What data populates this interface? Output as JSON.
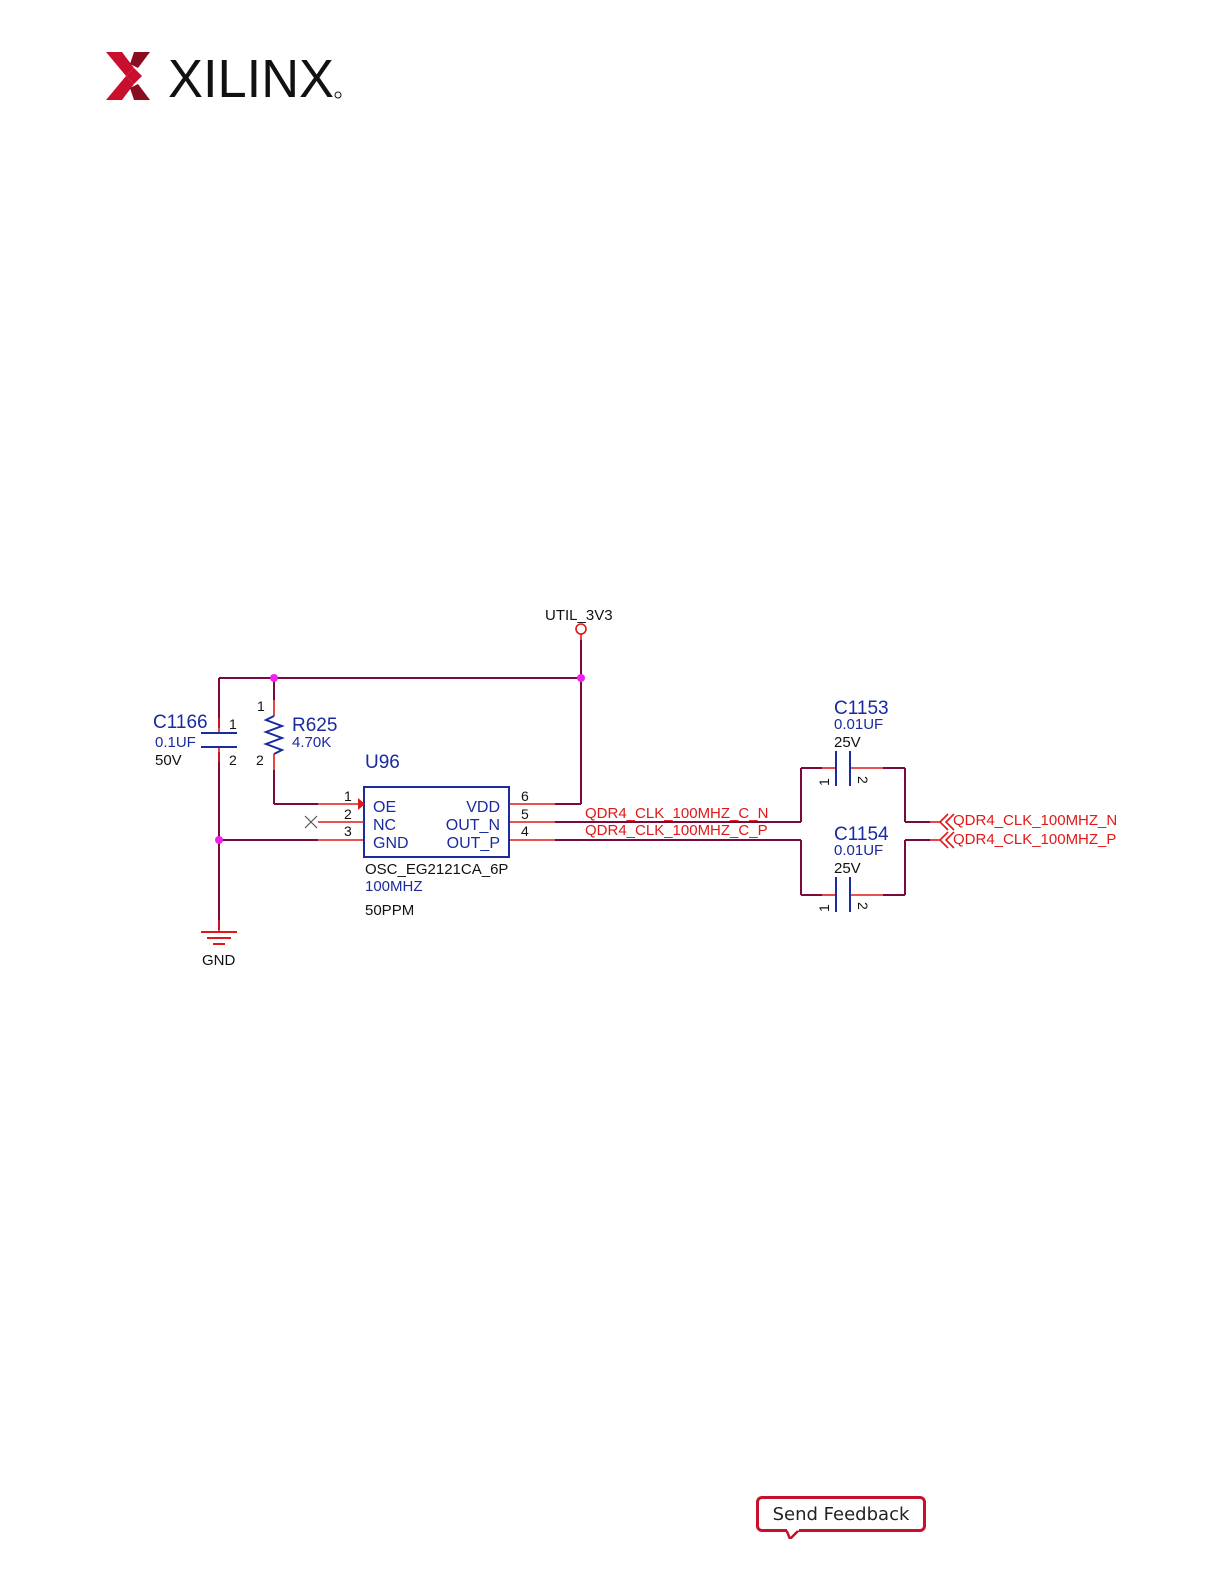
{
  "header": {
    "logo_text": "XILINX"
  },
  "schematic": {
    "power_net": "UTIL_3V3",
    "ground_net": "GND",
    "c1166": {
      "ref": "C1166",
      "value": "0.1UF",
      "voltage": "50V",
      "pin1": "1",
      "pin2": "2"
    },
    "r625": {
      "ref": "R625",
      "value": "4.70K",
      "pin1": "1",
      "pin2": "2"
    },
    "u96": {
      "ref": "U96",
      "part": "OSC_EG2121CA_6P",
      "freq": "100MHZ",
      "tolerance": "50PPM",
      "pins_left": [
        {
          "num": "1",
          "name": "OE"
        },
        {
          "num": "2",
          "name": "NC"
        },
        {
          "num": "3",
          "name": "GND"
        }
      ],
      "pins_right": [
        {
          "num": "6",
          "name": "VDD"
        },
        {
          "num": "5",
          "name": "OUT_N"
        },
        {
          "num": "4",
          "name": "OUT_P"
        }
      ]
    },
    "net_c_n": "QDR4_CLK_100MHZ_C_N",
    "net_c_p": "QDR4_CLK_100MHZ_C_P",
    "c1153": {
      "ref": "C1153",
      "value": "0.01UF",
      "voltage": "25V",
      "pin1": "1",
      "pin2": "2"
    },
    "c1154": {
      "ref": "C1154",
      "value": "0.01UF",
      "voltage": "25V",
      "pin1": "1",
      "pin2": "2"
    },
    "out_n": "QDR4_CLK_100MHZ_N",
    "out_p": "QDR4_CLK_100MHZ_P"
  },
  "footer": {
    "feedback_label": "Send Feedback"
  },
  "colors": {
    "brand": "#c8102e",
    "wire": "#7a0a3c",
    "net_red": "#e01818",
    "ref_blue": "#1a2aa0",
    "junction": "#ee22ee"
  }
}
